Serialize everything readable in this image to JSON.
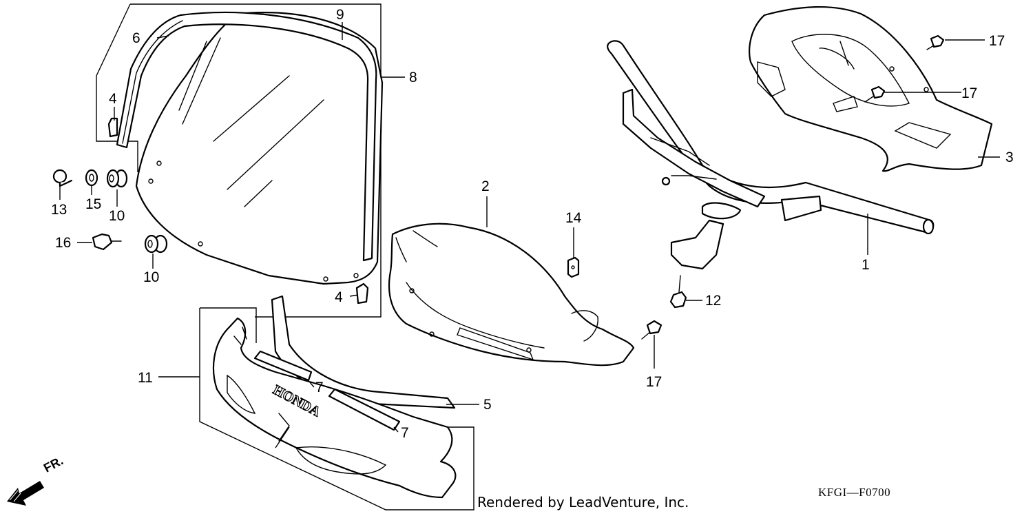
{
  "diagram": {
    "callouts": [
      {
        "id": "1",
        "label": "1"
      },
      {
        "id": "2",
        "label": "2"
      },
      {
        "id": "3",
        "label": "3"
      },
      {
        "id": "4a",
        "label": "4"
      },
      {
        "id": "4b",
        "label": "4"
      },
      {
        "id": "5",
        "label": "5"
      },
      {
        "id": "6",
        "label": "6"
      },
      {
        "id": "7a",
        "label": "7"
      },
      {
        "id": "7b",
        "label": "7"
      },
      {
        "id": "8",
        "label": "8"
      },
      {
        "id": "9",
        "label": "9"
      },
      {
        "id": "10a",
        "label": "10"
      },
      {
        "id": "10b",
        "label": "10"
      },
      {
        "id": "11",
        "label": "11"
      },
      {
        "id": "12",
        "label": "12"
      },
      {
        "id": "13",
        "label": "13"
      },
      {
        "id": "14",
        "label": "14"
      },
      {
        "id": "15",
        "label": "15"
      },
      {
        "id": "16",
        "label": "16"
      },
      {
        "id": "17a",
        "label": "17"
      },
      {
        "id": "17b",
        "label": "17"
      },
      {
        "id": "17c",
        "label": "17"
      }
    ],
    "front_label": "FR.",
    "brand_text": "HONDA",
    "diagram_code": "KFGI—F0700",
    "credit": "Rendered by LeadVenture, Inc."
  }
}
